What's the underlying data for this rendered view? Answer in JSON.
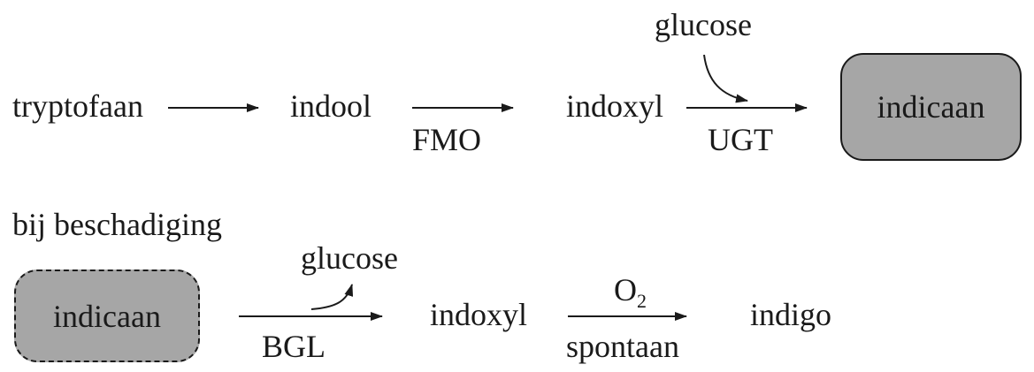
{
  "row1": {
    "start": "tryptofaan",
    "intermediate1": "indool",
    "enzyme1": "FMO",
    "intermediate2": "indoxyl",
    "cosubstrate": "glucose",
    "enzyme2": "UGT",
    "product": "indicaan"
  },
  "row2": {
    "heading": "bij beschadiging",
    "start": "indicaan",
    "released": "glucose",
    "enzyme1": "BGL",
    "intermediate": "indoxyl",
    "reagent_main": "O",
    "reagent_sub": "2",
    "condition": "spontaan",
    "product": "indigo"
  },
  "colors": {
    "box_fill": "#a6a6a6",
    "line": "#1a1a1a"
  }
}
